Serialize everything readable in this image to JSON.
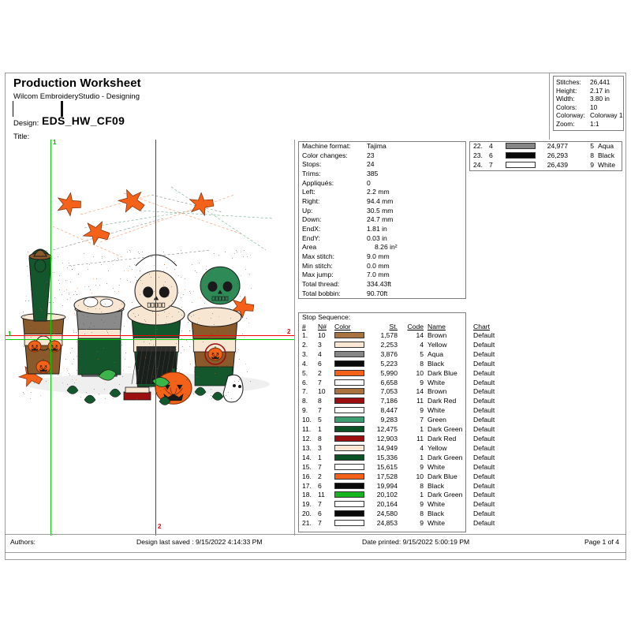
{
  "header": {
    "title": "Production Worksheet",
    "subtitle": "Wilcom EmbroideryStudio - Designing",
    "design_label": "Design:",
    "design_value": "EDS_HW_CF09",
    "title_label": "Title:"
  },
  "info": {
    "rows": [
      {
        "key": "Stitches:",
        "value": "26,441"
      },
      {
        "key": "Height:",
        "value": "2.17 in"
      },
      {
        "key": "Width:",
        "value": "3.80 in"
      },
      {
        "key": "Colors:",
        "value": "10"
      },
      {
        "key": "Colorway:",
        "value": "Colorway 1"
      },
      {
        "key": "Zoom:",
        "value": "1:1"
      }
    ]
  },
  "details": {
    "rows": [
      {
        "key": "Machine format:",
        "value": "Tajima"
      },
      {
        "key": "Color changes:",
        "value": "23"
      },
      {
        "key": "Stops:",
        "value": "24"
      },
      {
        "key": "Trims:",
        "value": "385"
      },
      {
        "key": "Appliqués:",
        "value": "0"
      },
      {
        "key": "Left:",
        "value": "2.2 mm"
      },
      {
        "key": "Right:",
        "value": "94.4 mm"
      },
      {
        "key": "Up:",
        "value": "30.5 mm"
      },
      {
        "key": "Down:",
        "value": "24.7 mm"
      },
      {
        "key": "EndX:",
        "value": "1.81 in"
      },
      {
        "key": "EndY:",
        "value": "0.03 in"
      },
      {
        "key": "Area",
        "value": "8.26 in²"
      },
      {
        "key": "Max stitch:",
        "value": "9.0 mm"
      },
      {
        "key": "Min stitch:",
        "value": "0.0 mm"
      },
      {
        "key": "Max jump:",
        "value": "7.0 mm"
      },
      {
        "key": "Total thread:",
        "value": "334.43ft"
      },
      {
        "key": "Total bobbin:",
        "value": "90.70ft"
      }
    ]
  },
  "stop_sequence": {
    "caption": "Stop Sequence:",
    "columns": [
      "#",
      "N#",
      "Color",
      "St.",
      "Code",
      "Name",
      "Chart"
    ],
    "rows": [
      {
        "num": "1.",
        "nn": "10",
        "color": "#a8733f",
        "st": "1,578",
        "code": "14",
        "name": "Brown",
        "chart": "Default"
      },
      {
        "num": "2.",
        "nn": "3",
        "color": "#fbe8d4",
        "st": "2,253",
        "code": "4",
        "name": "Yellow",
        "chart": "Default"
      },
      {
        "num": "3.",
        "nn": "4",
        "color": "#868686",
        "st": "3,876",
        "code": "5",
        "name": "Aqua",
        "chart": "Default"
      },
      {
        "num": "4.",
        "nn": "6",
        "color": "#0a0a0a",
        "st": "5,223",
        "code": "8",
        "name": "Black",
        "chart": "Default"
      },
      {
        "num": "5.",
        "nn": "2",
        "color": "#f4621a",
        "st": "5,990",
        "code": "10",
        "name": "Dark Blue",
        "chart": "Default"
      },
      {
        "num": "6.",
        "nn": "7",
        "color": "#ffffff",
        "st": "6,658",
        "code": "9",
        "name": "White",
        "chart": "Default"
      },
      {
        "num": "7.",
        "nn": "10",
        "color": "#a8733f",
        "st": "7,053",
        "code": "14",
        "name": "Brown",
        "chart": "Default"
      },
      {
        "num": "8.",
        "nn": "8",
        "color": "#9d0e10",
        "st": "7,186",
        "code": "11",
        "name": "Dark Red",
        "chart": "Default"
      },
      {
        "num": "9.",
        "nn": "7",
        "color": "#ffffff",
        "st": "8,447",
        "code": "9",
        "name": "White",
        "chart": "Default"
      },
      {
        "num": "10.",
        "nn": "5",
        "color": "#3f9d72",
        "st": "9,283",
        "code": "7",
        "name": "Green",
        "chart": "Default"
      },
      {
        "num": "11.",
        "nn": "1",
        "color": "#0b5227",
        "st": "12,475",
        "code": "1",
        "name": "Dark Green",
        "chart": "Default"
      },
      {
        "num": "12.",
        "nn": "8",
        "color": "#9d0e10",
        "st": "12,903",
        "code": "11",
        "name": "Dark Red",
        "chart": "Default"
      },
      {
        "num": "13.",
        "nn": "3",
        "color": "#fbe8d4",
        "st": "14,949",
        "code": "4",
        "name": "Yellow",
        "chart": "Default"
      },
      {
        "num": "14.",
        "nn": "1",
        "color": "#0b5227",
        "st": "15,336",
        "code": "1",
        "name": "Dark Green",
        "chart": "Default"
      },
      {
        "num": "15.",
        "nn": "7",
        "color": "#ffffff",
        "st": "15,615",
        "code": "9",
        "name": "White",
        "chart": "Default"
      },
      {
        "num": "16.",
        "nn": "2",
        "color": "#f4621a",
        "st": "17,528",
        "code": "10",
        "name": "Dark Blue",
        "chart": "Default"
      },
      {
        "num": "17.",
        "nn": "6",
        "color": "#0a0a0a",
        "st": "19,994",
        "code": "8",
        "name": "Black",
        "chart": "Default"
      },
      {
        "num": "18.",
        "nn": "11",
        "color": "#16b520",
        "st": "20,102",
        "code": "1",
        "name": "Dark Green",
        "chart": "Default"
      },
      {
        "num": "19.",
        "nn": "7",
        "color": "#ffffff",
        "st": "20,164",
        "code": "9",
        "name": "White",
        "chart": "Default"
      },
      {
        "num": "20.",
        "nn": "6",
        "color": "#0a0a0a",
        "st": "24,580",
        "code": "8",
        "name": "Black",
        "chart": "Default"
      },
      {
        "num": "21.",
        "nn": "7",
        "color": "#ffffff",
        "st": "24,853",
        "code": "9",
        "name": "White",
        "chart": "Default"
      }
    ],
    "continued_rows": [
      {
        "num": "22.",
        "nn": "4",
        "color": "#868686",
        "st": "24,977",
        "code": "5",
        "name": "Aqua",
        "chart": "Default"
      },
      {
        "num": "23.",
        "nn": "6",
        "color": "#0a0a0a",
        "st": "26,293",
        "code": "8",
        "name": "Black",
        "chart": "Default"
      },
      {
        "num": "24.",
        "nn": "7",
        "color": "#ffffff",
        "st": "26,439",
        "code": "9",
        "name": "White",
        "chart": "Default"
      }
    ]
  },
  "guides": {
    "origin_label": "1",
    "end_label": "2"
  },
  "footer": {
    "authors": "Authors:",
    "saved": "Design last saved : 9/15/2022 4:14:33 PM",
    "printed": "Date printed: 9/15/2022 5:00:19 PM",
    "page": "Page 1 of 4"
  },
  "artwork": {
    "alt": "halloween-coffee-cups-embroidery-design"
  }
}
